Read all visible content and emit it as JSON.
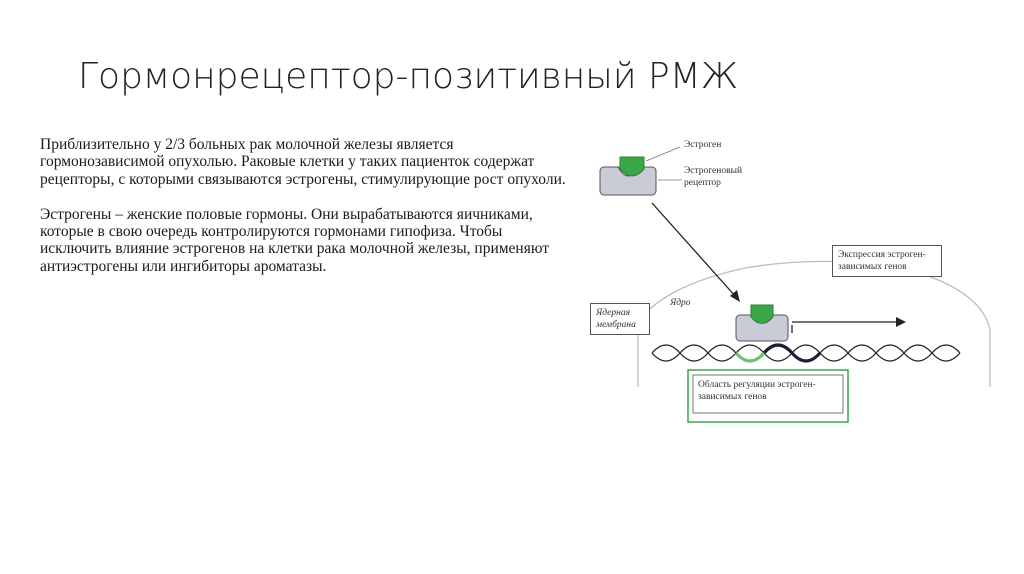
{
  "title": "Гормонрецептор-позитивный РМЖ",
  "paragraphs": [
    "Приблизительно у 2/3 больных рак молочной железы является гормонозависимой опухолью. Раковые клетки у таких пациенток содержат рецепторы, с которыми связываются эстрогены, стимулирующие рост опухоли.",
    "Эстрогены – женские половые гормоны. Они вырабатываются яичниками, которые в свою очередь контролируются гормонами гипофиза. Чтобы исключить влияние эстрогенов на клетки рака молочной железы, применяют антиэстрогены или ингибиторы ароматазы."
  ],
  "diagram": {
    "estrogen_label": "Эстроген",
    "receptor_label": "Эстрогеновый рецептор",
    "nucleus_label": "Ядро",
    "membrane_label": "Ядерная мембрана",
    "expression_label": "Экспрессия эстроген-зависимых генов",
    "regulation_label": "Область регуляции эстроген-зависимых генов",
    "colors": {
      "estrogen": "#3aa648",
      "receptor": "#c9ccd6",
      "regulation_box": "#3aa648",
      "dna": "#2a2a2a"
    }
  }
}
